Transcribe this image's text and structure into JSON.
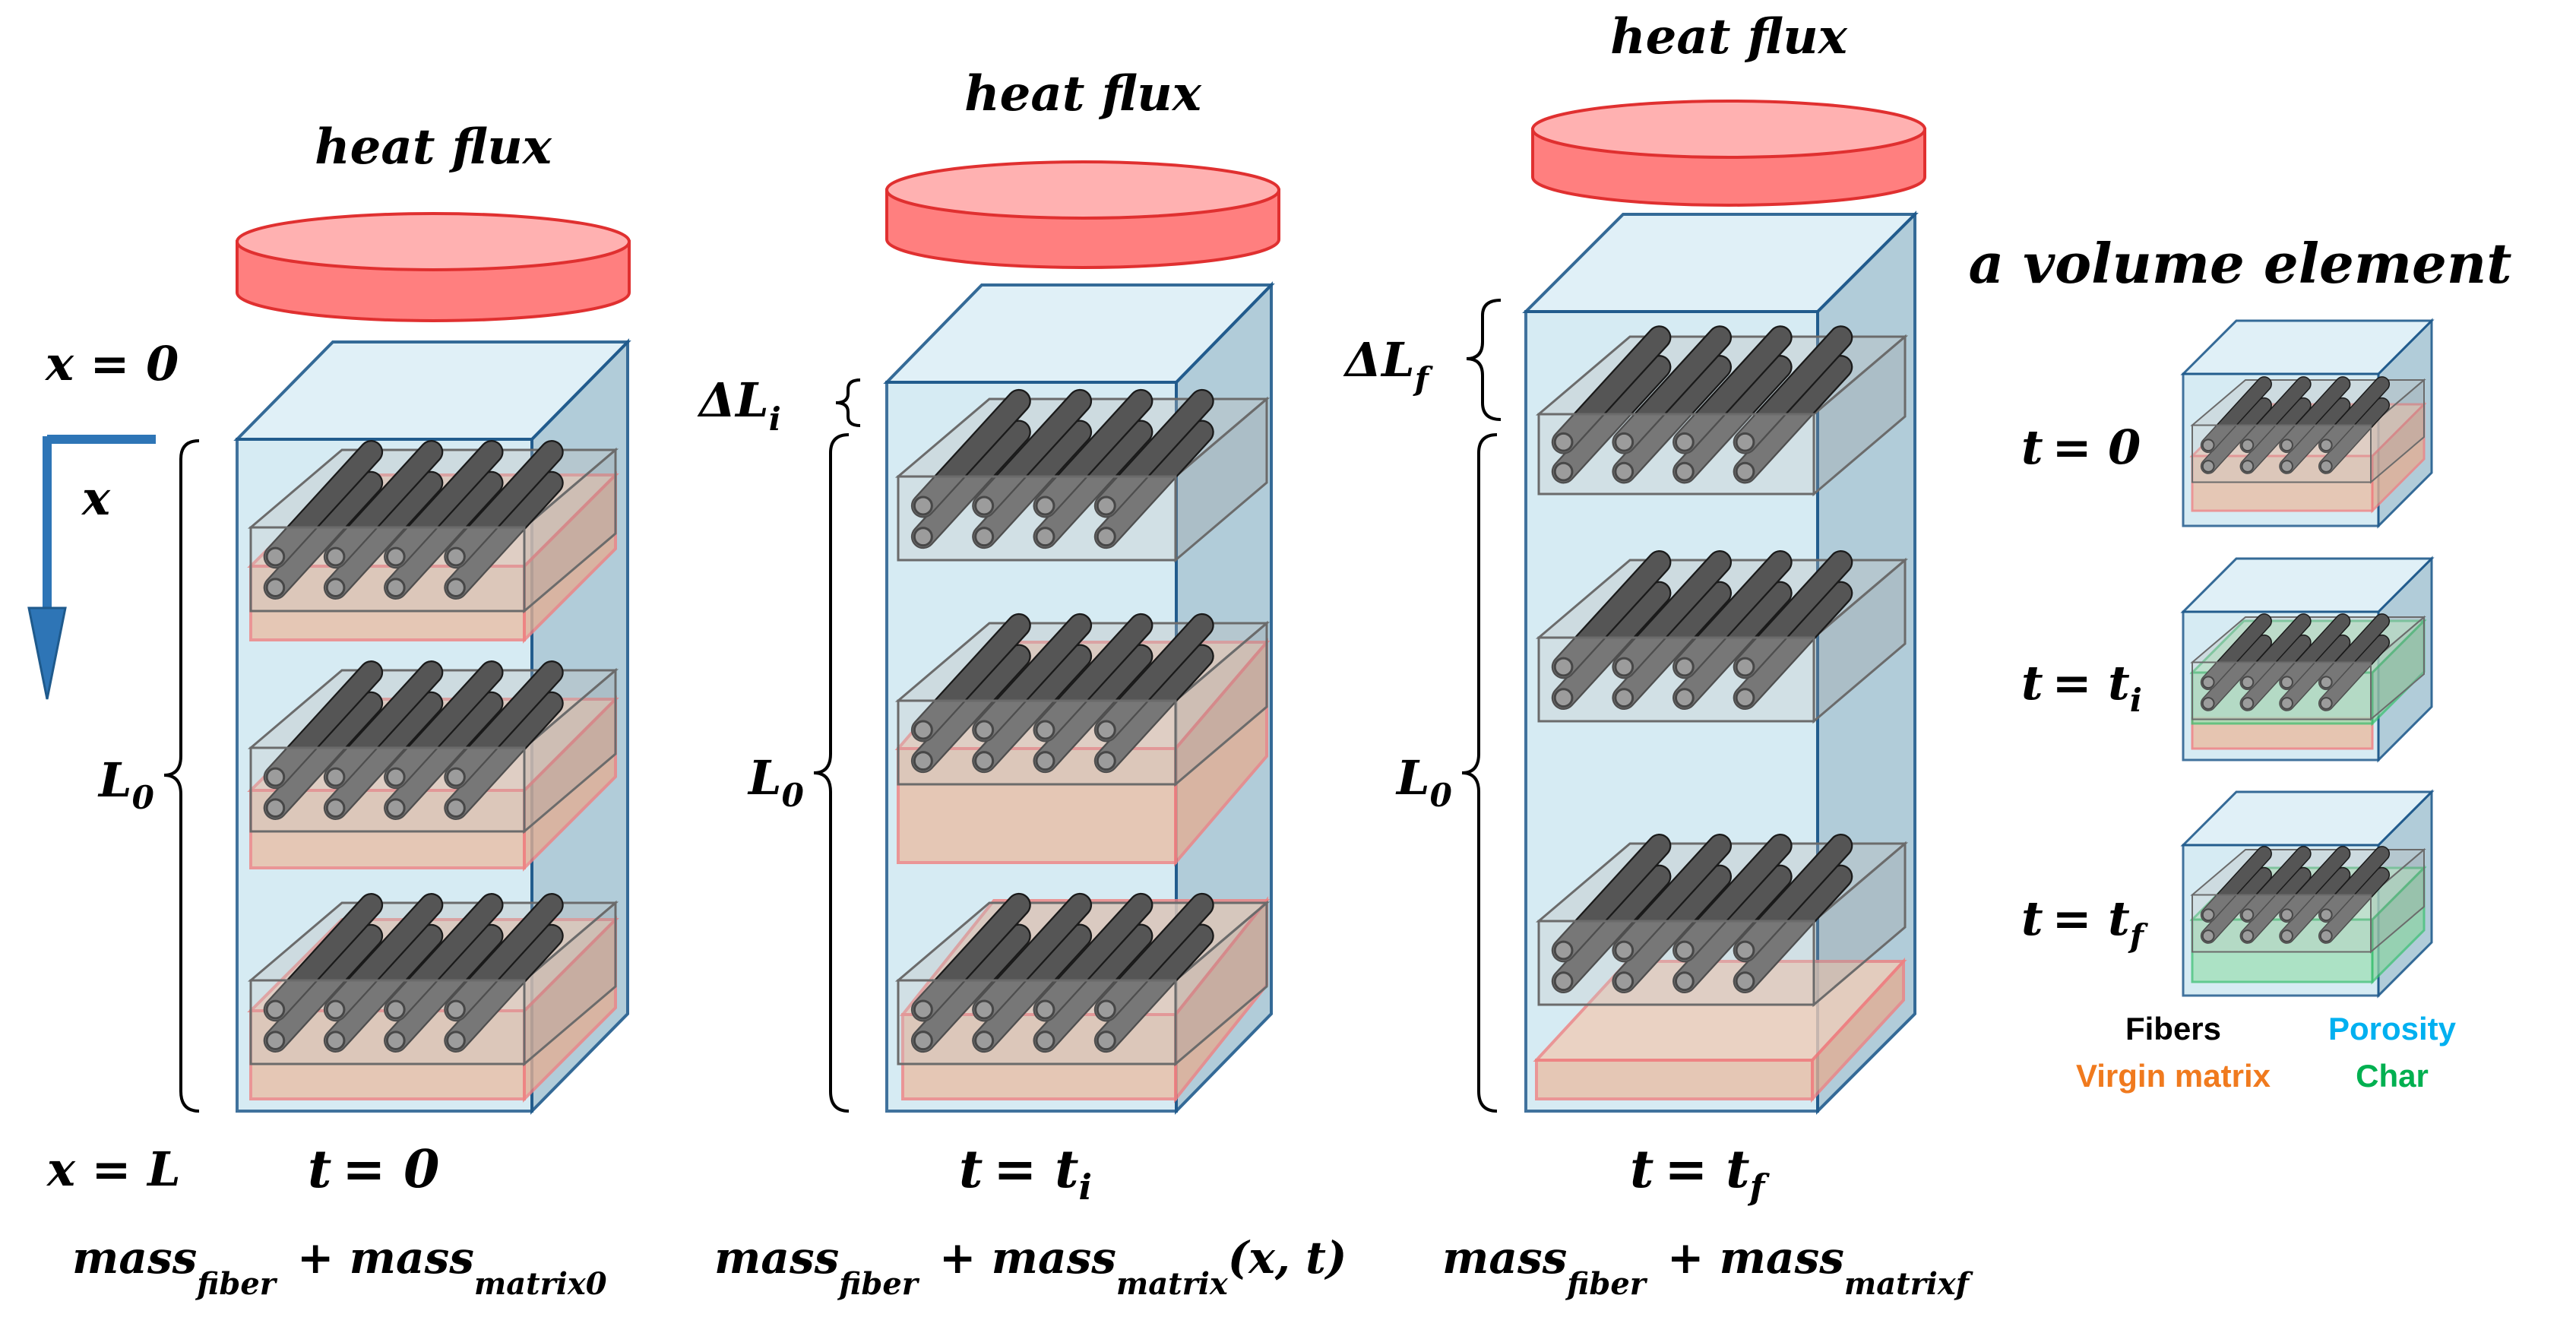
{
  "columns": [
    {
      "heat_flux": "heat flux",
      "time_var": "t",
      "time_eq": "= 0",
      "time_sub": "",
      "mass": {
        "a": "mass",
        "a_sub": "fiber",
        "plus": "+ mass",
        "b_sub": "matrix0",
        "tail": ""
      },
      "length_label": {
        "main": "L",
        "sub": "0"
      },
      "delta_label": null
    },
    {
      "heat_flux": "heat flux",
      "time_var": "t",
      "time_eq": "= t",
      "time_sub": "i",
      "mass": {
        "a": "mass",
        "a_sub": "fiber",
        "plus": "+ mass",
        "b_sub": "matrix",
        "tail": "(x, t)"
      },
      "length_label": {
        "main": "L",
        "sub": "0"
      },
      "delta_label": {
        "main": "ΔL",
        "sub": "i"
      }
    },
    {
      "heat_flux": "heat flux",
      "time_var": "t",
      "time_eq": "= t",
      "time_sub": "f",
      "mass": {
        "a": "mass",
        "a_sub": "fiber",
        "plus": "+ mass",
        "b_sub": "matrixf",
        "tail": ""
      },
      "length_label": {
        "main": "L",
        "sub": "0"
      },
      "delta_label": {
        "main": "ΔL",
        "sub": "f"
      }
    }
  ],
  "axis": {
    "x_top": "x = 0",
    "x_arrow": "x",
    "x_bottom": "x = L"
  },
  "volume_element": {
    "title": "a volume element",
    "rows": [
      {
        "var": "t",
        "eq": "= 0",
        "sub": ""
      },
      {
        "var": "t",
        "eq": "= t",
        "sub": "i"
      },
      {
        "var": "t",
        "eq": "= t",
        "sub": "f"
      }
    ]
  },
  "legend": {
    "fibers": "Fibers",
    "porosity": "Porosity",
    "virgin": "Virgin matrix",
    "char": "Char"
  },
  "colors": {
    "fibers": "#000000",
    "porosity": "#00B0F0",
    "virgin": "#F07A1E",
    "char": "#00B050",
    "box_fill": "#CFE8F2",
    "box_stroke": "#1F5A8C",
    "flux_fill": "#FF7F7F",
    "matrix_fill": "#E9BFA6"
  }
}
